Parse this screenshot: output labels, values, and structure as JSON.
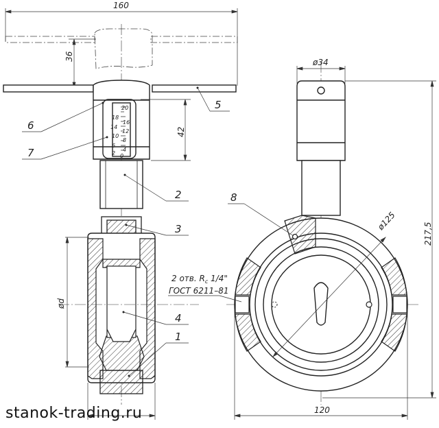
{
  "dimensions": {
    "overall_width": "160",
    "handle_height": "36",
    "indicator_height": "42",
    "stem_diameter": "ø34",
    "flange_diameter": "ø125",
    "overall_height": "217,5",
    "body_width": "120",
    "bore_diameter": "ød"
  },
  "callouts": {
    "c1": "1",
    "c2": "2",
    "c3": "3",
    "c4": "4",
    "c5": "5",
    "c6": "6",
    "c7": "7",
    "c8": "8"
  },
  "note": {
    "line1": "2 отв. R",
    "sub": "c",
    "line1_tail": " 1/4\"",
    "line2": "ГОСТ 6211–81"
  },
  "scale": {
    "left": [
      "20",
      "18",
      "16",
      "14",
      "12",
      "10",
      "8",
      "6",
      "4",
      "2",
      "0"
    ]
  },
  "watermark": "stanok-trading.ru"
}
